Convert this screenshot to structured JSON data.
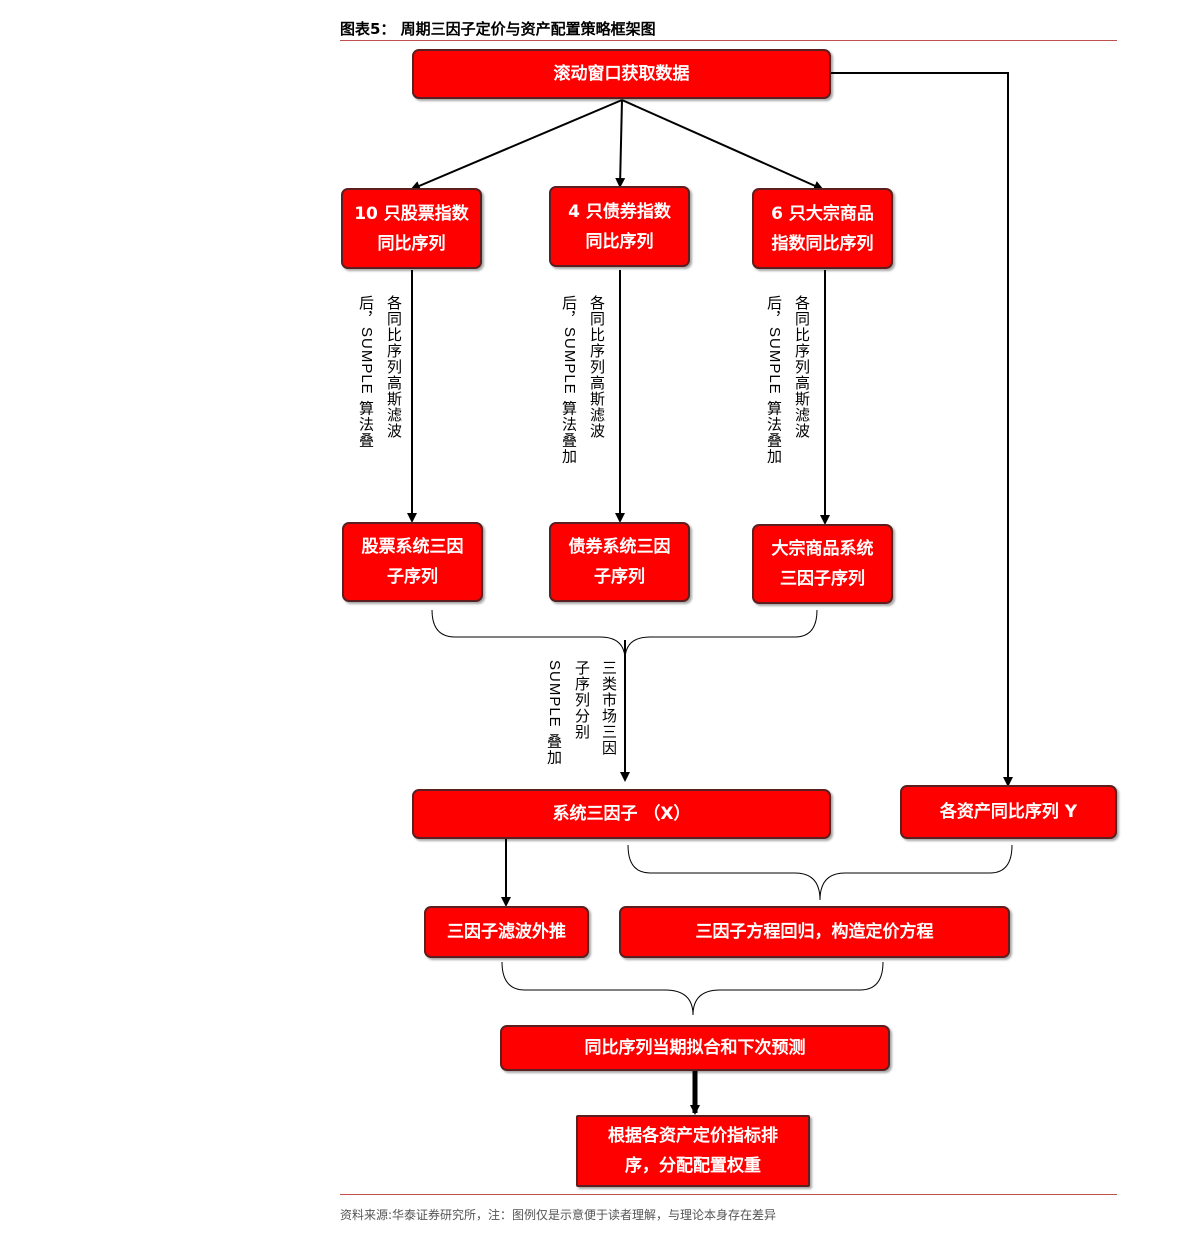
{
  "header": {
    "title": "图表5：  周期三因子定价与资产配置策略框架图"
  },
  "footer": {
    "source": "资料来源:华泰证券研究所，注：图例仅是示意便于读者理解，与理论本身存在差异"
  },
  "nodes": {
    "rolling": "滚动窗口获取数据",
    "stock_idx_1": "10 只股票指数",
    "stock_idx_2": "同比序列",
    "bond_idx_1": "4 只债券指数",
    "bond_idx_2": "同比序列",
    "comm_idx_1": "6 只大宗商品",
    "comm_idx_2": "指数同比序列",
    "stock_sys_1": "股票系统三因",
    "stock_sys_2": "子序列",
    "bond_sys_1": "债券系统三因",
    "bond_sys_2": "子序列",
    "comm_sys_1": "大宗商品系统",
    "comm_sys_2": "三因子序列",
    "sys_x": "系统三因子 （X）",
    "asset_y": "各资产同比序列 Y",
    "filter_extrap": "三因子滤波外推",
    "regression": "三因子方程回归，构造定价方程",
    "fit_predict": "同比序列当期拟合和下次预测",
    "alloc_1": "根据各资产定价指标排",
    "alloc_2": "序，分配配置权重"
  },
  "labels": {
    "stock_a": "各同比序列高斯滤波",
    "stock_b_pre": "后，",
    "stock_b_latin": "SUMPLE",
    "stock_b_post": " 算法叠",
    "bond_a": "各同比序列高斯滤波",
    "bond_b_pre": "后，",
    "bond_b_latin": "SUMPLE",
    "bond_b_post": " 算法叠加",
    "comm_a": "各同比序列高斯滤波",
    "comm_b_pre": "后，",
    "comm_b_latin": "SUMPLE",
    "comm_b_post": " 算法叠加",
    "merge_a": "三类市场三因",
    "merge_b": "子序列分别",
    "merge_c_latin": "SUMPLE",
    "merge_c_post": " 叠加"
  }
}
